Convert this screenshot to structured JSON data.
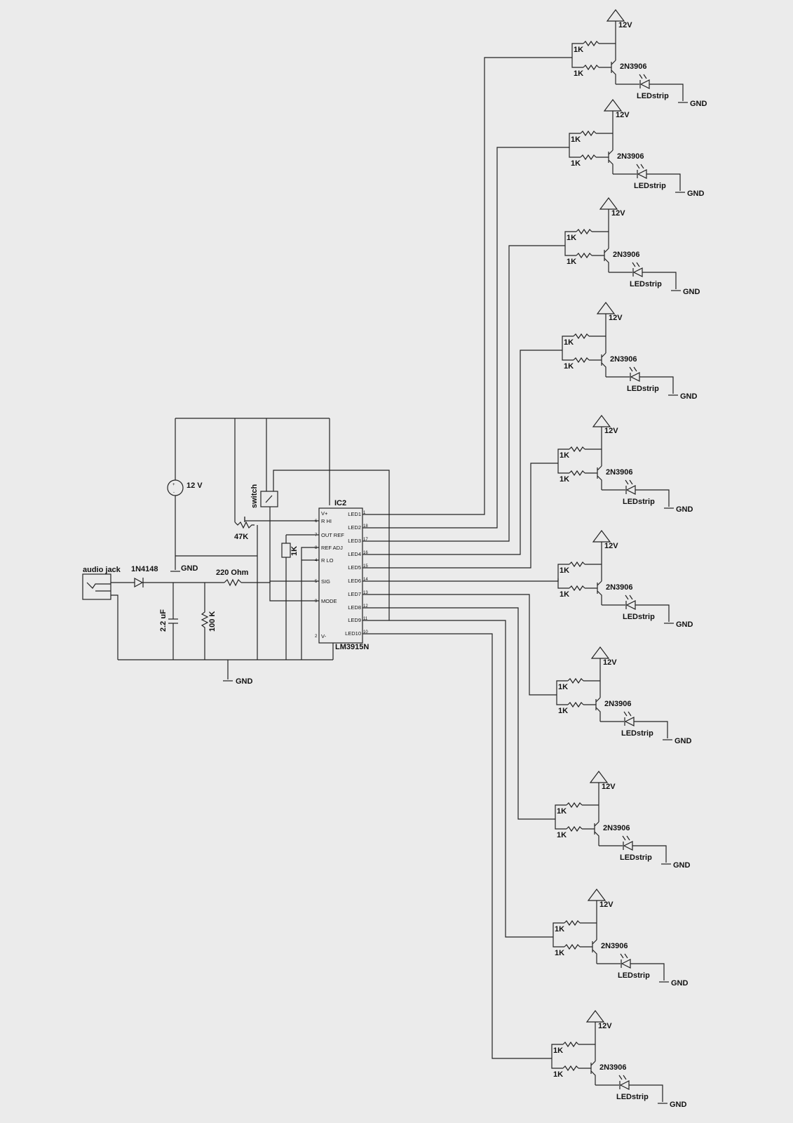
{
  "input": {
    "audio_jack": "audio jack",
    "diode": "1N4148",
    "resistor_220": "220 Ohm",
    "capacitor": "2.2 uF",
    "resistor_100k": "100 K",
    "gnd": "GND",
    "supply": "12 V",
    "switch": "switch",
    "pot": "47K",
    "resistor_1k": "1K"
  },
  "ic": {
    "ref": "IC2",
    "part": "LM3915N",
    "left_pins": [
      {
        "label": "V+",
        "num": ""
      },
      {
        "label": "R HI",
        "num": "6"
      },
      {
        "label": "OUT REF",
        "num": "7"
      },
      {
        "label": "REF ADJ",
        "num": "8"
      },
      {
        "label": "R LO",
        "num": "4"
      },
      {
        "label": "SIG",
        "num": "5"
      },
      {
        "label": "MODE",
        "num": "9"
      },
      {
        "label": "V-",
        "num": "2"
      }
    ],
    "right_pins": [
      {
        "label": "LED1",
        "num": "1"
      },
      {
        "label": "LED2",
        "num": "18"
      },
      {
        "label": "LED3",
        "num": "17"
      },
      {
        "label": "LED4",
        "num": "16"
      },
      {
        "label": "LED5",
        "num": "15"
      },
      {
        "label": "LED6",
        "num": "14"
      },
      {
        "label": "LED7",
        "num": "13"
      },
      {
        "label": "LED8",
        "num": "12"
      },
      {
        "label": "LED9",
        "num": "11"
      },
      {
        "label": "LED10",
        "num": "10"
      }
    ]
  },
  "driver": {
    "supply": "12V",
    "r1": "1K",
    "r2": "1K",
    "transistor": "2N3906",
    "led": "LEDstrip",
    "gnd": "GND"
  }
}
